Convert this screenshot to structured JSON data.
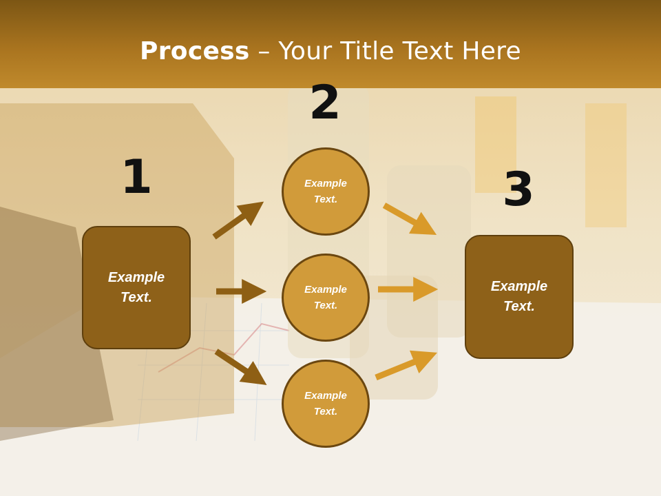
{
  "slide": {
    "title_bold": "Process",
    "title_rest": " – Your Title Text Here"
  },
  "steps": [
    {
      "number": "1",
      "text": "Example\nText."
    },
    {
      "number": "2",
      "text": "Example\nText."
    },
    {
      "number": "3",
      "text": "Example\nText."
    }
  ],
  "circles": [
    {
      "text": "Example\nText."
    },
    {
      "text": "Example\nText."
    },
    {
      "text": "Example\nText."
    }
  ],
  "colors": {
    "title_band": "#a9741f",
    "box_fill": "#8e6119",
    "circle_fill": "#d19b3a",
    "arrow_dark": "#8e5f14",
    "arrow_light": "#d99a2a"
  }
}
